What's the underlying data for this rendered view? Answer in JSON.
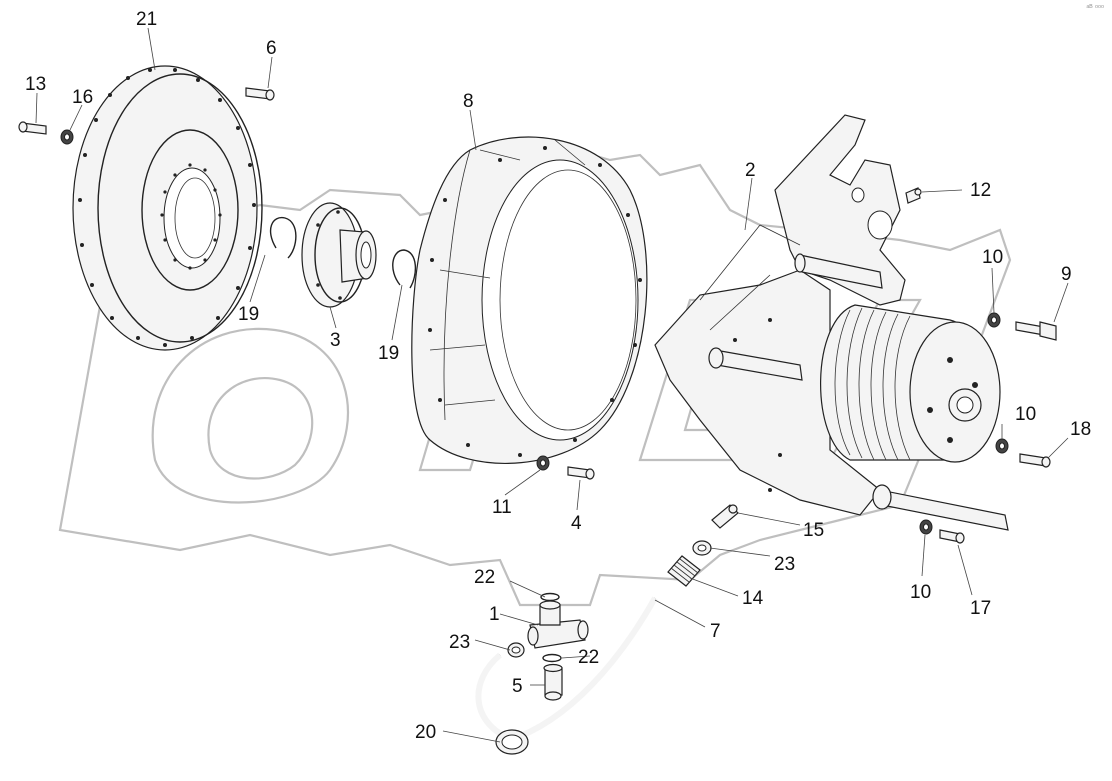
{
  "corner_mark": "ᵃᴮ ᵒᵒᵒ",
  "callouts": [
    {
      "id": "c21a",
      "text": "21"
    },
    {
      "id": "c6",
      "text": "6"
    },
    {
      "id": "c13",
      "text": "13"
    },
    {
      "id": "c16",
      "text": "16"
    },
    {
      "id": "c8",
      "text": "8"
    },
    {
      "id": "c2",
      "text": "2"
    },
    {
      "id": "c12",
      "text": "12"
    },
    {
      "id": "c10a",
      "text": "10"
    },
    {
      "id": "c9",
      "text": "9"
    },
    {
      "id": "c19a",
      "text": "19"
    },
    {
      "id": "c3",
      "text": "3"
    },
    {
      "id": "c19b",
      "text": "19"
    },
    {
      "id": "c10b",
      "text": "10"
    },
    {
      "id": "c18",
      "text": "18"
    },
    {
      "id": "c11",
      "text": "11"
    },
    {
      "id": "c4",
      "text": "4"
    },
    {
      "id": "c15",
      "text": "15"
    },
    {
      "id": "c23a",
      "text": "23"
    },
    {
      "id": "c22a",
      "text": "22"
    },
    {
      "id": "c14",
      "text": "14"
    },
    {
      "id": "c1",
      "text": "1"
    },
    {
      "id": "c7",
      "text": "7"
    },
    {
      "id": "c10c",
      "text": "10"
    },
    {
      "id": "c17",
      "text": "17"
    },
    {
      "id": "c23b",
      "text": "23"
    },
    {
      "id": "c22b",
      "text": "22"
    },
    {
      "id": "c5",
      "text": "5"
    },
    {
      "id": "c20",
      "text": "20"
    }
  ]
}
